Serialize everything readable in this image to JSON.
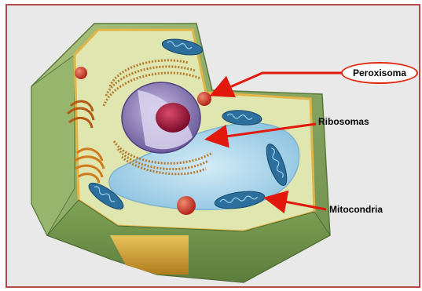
{
  "labels": {
    "peroxisoma": "Peroxisoma",
    "ribosomas": "Ribosomas",
    "mitocondria": "Mitocondria"
  },
  "colors": {
    "frame_border": "#b24a4a",
    "background": "#e9e9e9",
    "arrow": "#e3180c",
    "cell_wall": "#8fae66",
    "cytoplasm": "#dfe6b0",
    "vacuole": "#a9d3ea",
    "nucleus": "#8c7bb4",
    "nucleolus": "#a0123a",
    "mitochondria": "#2c6e9c",
    "peroxisome": "#c8342a",
    "golgi": "#d07a1e"
  }
}
